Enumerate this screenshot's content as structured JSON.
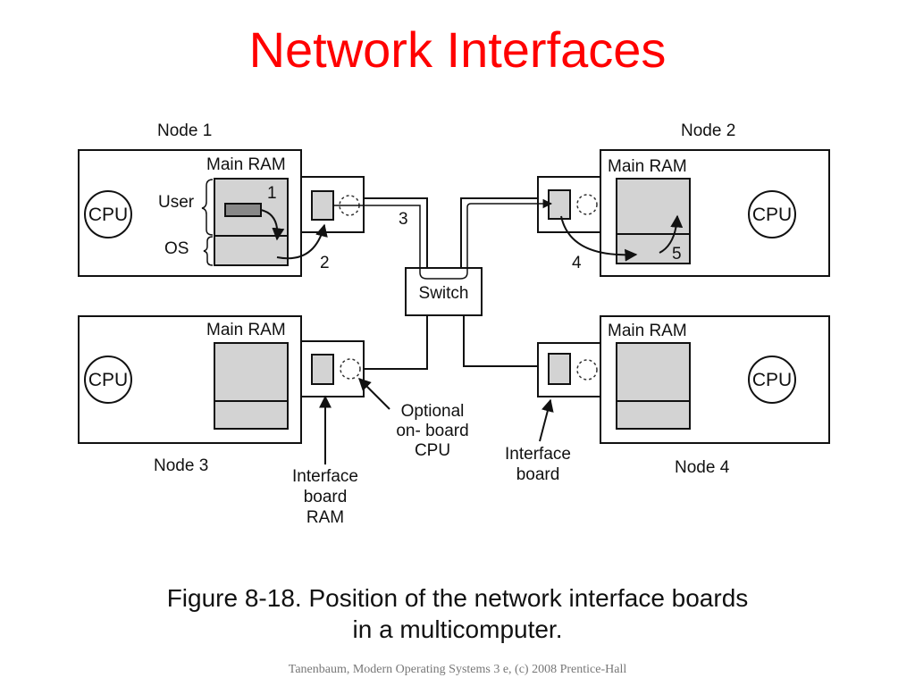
{
  "title": "Network Interfaces",
  "diagram": {
    "nodes": [
      {
        "label": "Node 1",
        "ram_label": "Main RAM",
        "cpu_label": "CPU"
      },
      {
        "label": "Node 2",
        "ram_label": "Main RAM",
        "cpu_label": "CPU"
      },
      {
        "label": "Node 3",
        "ram_label": "Main RAM",
        "cpu_label": "CPU"
      },
      {
        "label": "Node 4",
        "ram_label": "Main RAM",
        "cpu_label": "CPU"
      }
    ],
    "switch_label": "Switch",
    "memory_regions": {
      "user": "User",
      "os": "OS"
    },
    "steps": [
      "1",
      "2",
      "3",
      "4",
      "5"
    ],
    "annotations": {
      "optional_cpu": [
        "Optional",
        "on- board",
        "CPU"
      ],
      "interface_board_ram": [
        "Interface",
        "board",
        "RAM"
      ],
      "interface_board": [
        "Interface",
        "board"
      ]
    }
  },
  "caption": {
    "line1": "Figure 8-18. Position of the network interface boards",
    "line2": "in a multicomputer."
  },
  "credit": "Tanenbaum, Modern Operating Systems 3 e, (c) 2008 Prentice-Hall"
}
